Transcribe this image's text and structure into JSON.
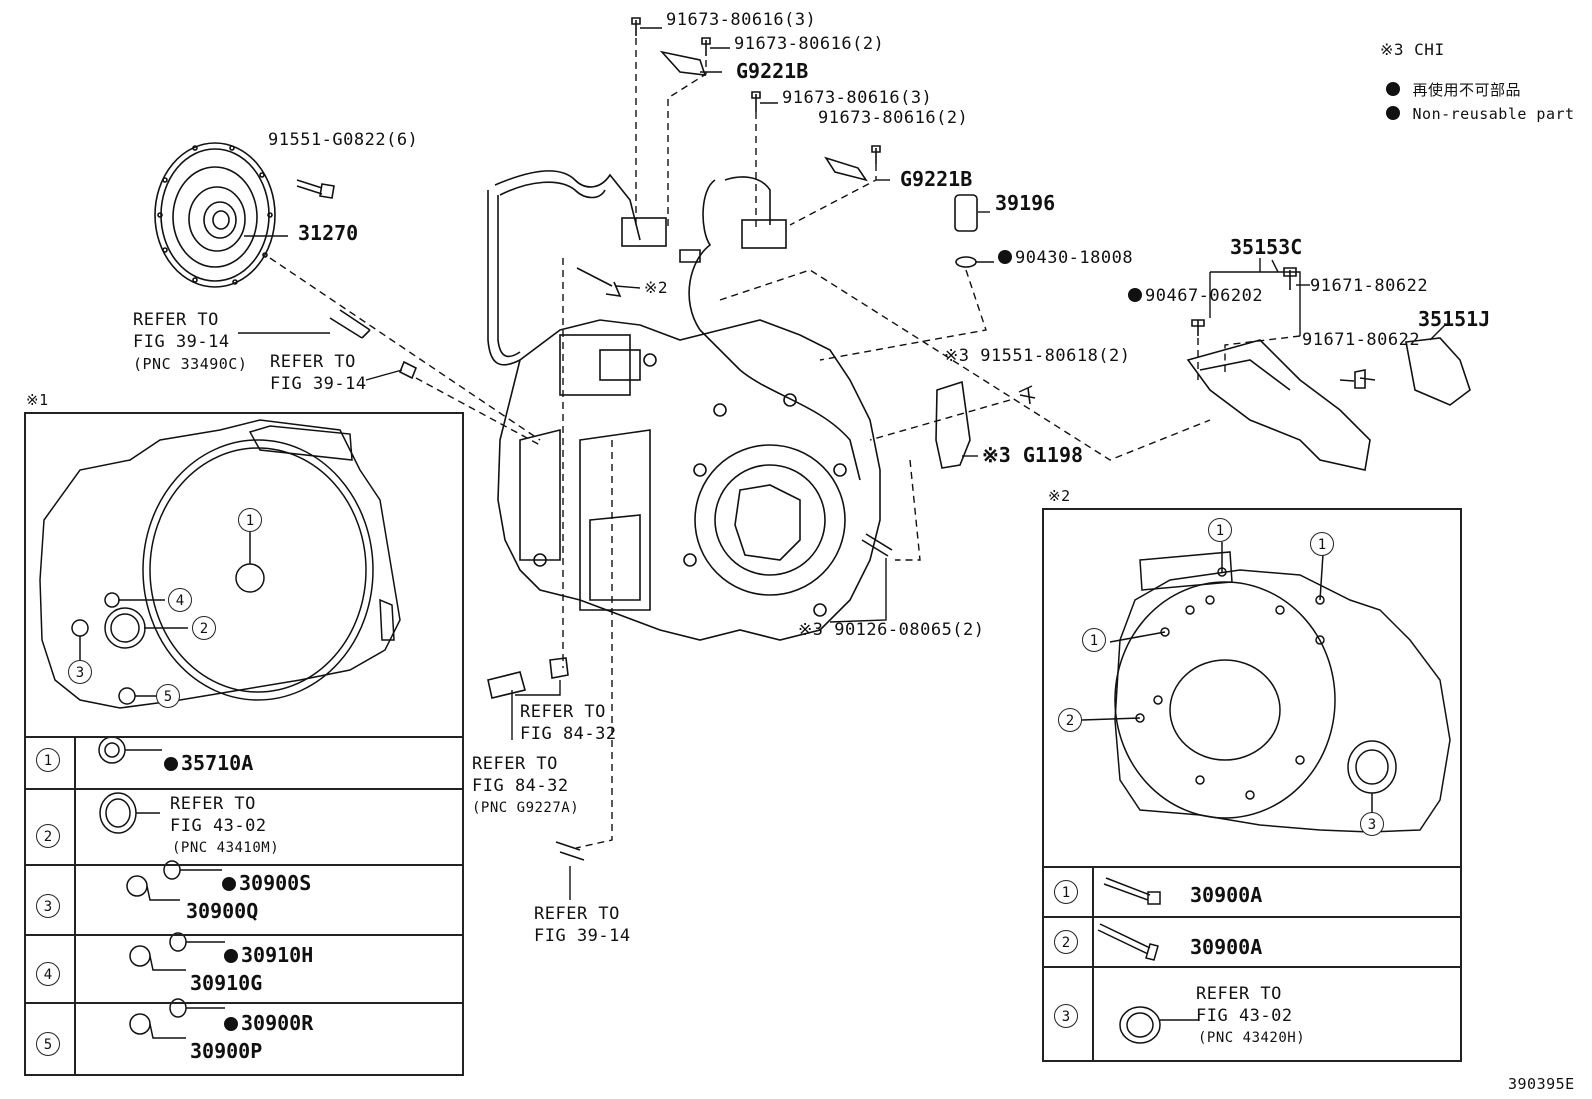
{
  "legend": {
    "note_chi": "※3 CHI",
    "non_reusable_jp": "再使用不可部品",
    "non_reusable_en": "Non-reusable part"
  },
  "top_parts": {
    "bolt_1": "91673-80616(3)",
    "bolt_2": "91673-80616(2)",
    "bracket_1": "G9221B",
    "bolt_3": "91673-80616(3)",
    "bolt_4": "91673-80616(2)",
    "bracket_2": "G9221B",
    "sensor": "39196",
    "gasket": "90430-18008",
    "bolt_flywheel": "91551-G0822(6)",
    "drive_plate": "31270",
    "ref_a_line1": "REFER TO",
    "ref_a_line2": "FIG 39-14",
    "ref_a_line3": "(PNC 33490C)",
    "ref_b_line1": "REFER TO",
    "ref_b_line2": "FIG 39-14",
    "note2_marker": "※2",
    "cover": "35153C",
    "clip": "90467-06202",
    "bolt_5": "91671-80622",
    "bolt_6": "91671-80622",
    "bracket_3": "35151J",
    "bolt_7": "※3 91551-80618(2)",
    "bracket_4": "※3 G1198",
    "stud": "※3 90126-08065(2)",
    "ref_c_line1": "REFER TO",
    "ref_c_line2": "FIG 84-32",
    "ref_d_line1": "REFER TO",
    "ref_d_line2": "FIG 84-32",
    "ref_d_line3": "(PNC G9227A)",
    "ref_e_line1": "REFER TO",
    "ref_e_line2": "FIG 39-14",
    "drawing_no": "390395E"
  },
  "inset1": {
    "marker": "※1",
    "callouts": [
      "1",
      "2",
      "3",
      "4",
      "5"
    ],
    "rows": [
      {
        "num": "1",
        "parts": [
          "35710A"
        ]
      },
      {
        "num": "2",
        "ref1": "REFER TO",
        "ref2": "FIG 43-02",
        "ref3": "(PNC 43410M)"
      },
      {
        "num": "3",
        "parts": [
          "30900S",
          "30900Q"
        ]
      },
      {
        "num": "4",
        "parts": [
          "30910H",
          "30910G"
        ]
      },
      {
        "num": "5",
        "parts": [
          "30900R",
          "30900P"
        ]
      }
    ]
  },
  "inset2": {
    "marker": "※2",
    "callouts": [
      "1",
      "1",
      "1",
      "2",
      "3"
    ],
    "rows": [
      {
        "num": "1",
        "part": "30900A"
      },
      {
        "num": "2",
        "part": "30900A"
      },
      {
        "num": "3",
        "ref1": "REFER TO",
        "ref2": "FIG 43-02",
        "ref3": "(PNC 43420H)"
      }
    ]
  },
  "colors": {
    "ink": "#111111",
    "background": "#ffffff"
  }
}
